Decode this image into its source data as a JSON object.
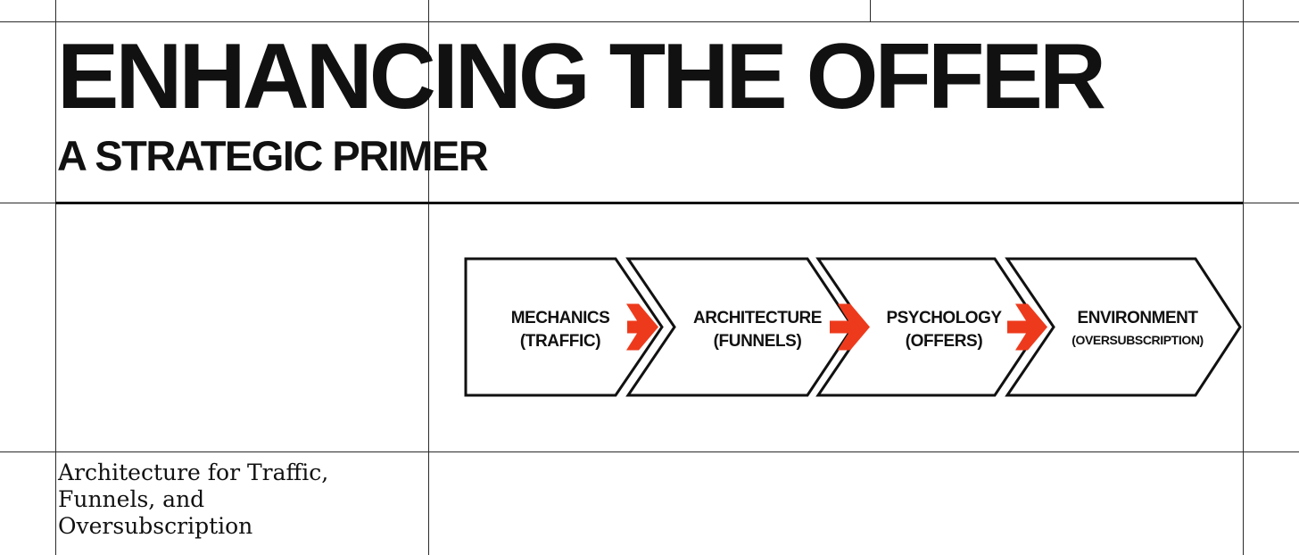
{
  "header": {
    "title": "ENHANCING THE OFFER",
    "subtitle": "A STRATEGIC PRIMER"
  },
  "caption": {
    "line1": "Architecture for Traffic,",
    "line2": "Funnels, and",
    "line3": "Oversubscription"
  },
  "flow": {
    "arrow_color": "#ee3a1c",
    "steps": [
      {
        "title": "MECHANICS",
        "subtitle": "(TRAFFIC)"
      },
      {
        "title": "ARCHITECTURE",
        "subtitle": "(FUNNELS)"
      },
      {
        "title": "PSYCHOLOGY",
        "subtitle": "(OFFERS)"
      },
      {
        "title": "ENVIRONMENT",
        "subtitle": "(OVERSUBSCRIPTION)"
      }
    ]
  }
}
